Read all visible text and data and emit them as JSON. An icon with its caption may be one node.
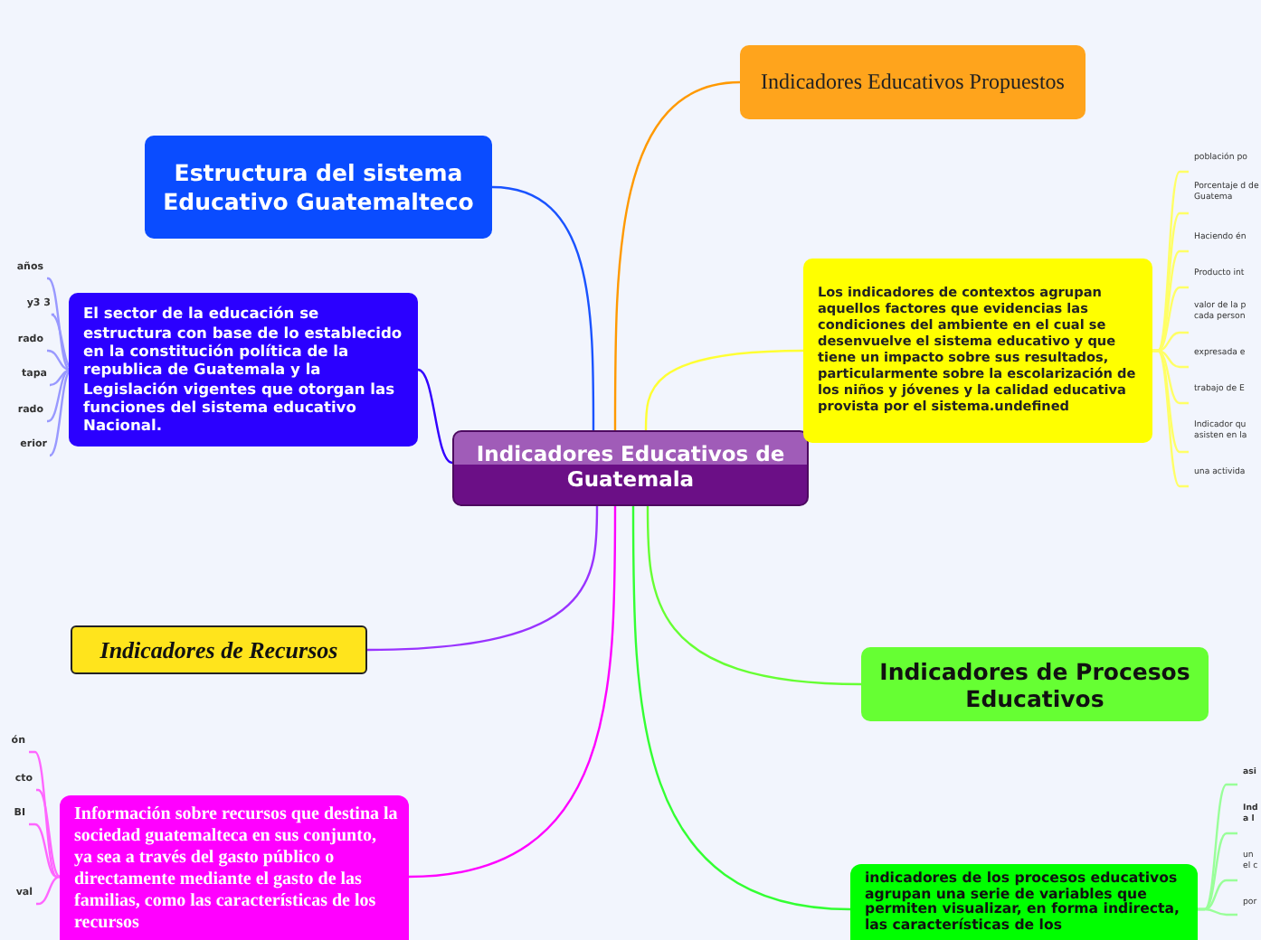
{
  "diagram": {
    "nodes": [
      {
        "text": [
          "Indicadores Educativos de Guatemala"
        ]
      },
      {
        "text": [
          "Indicadores Educativos Propuestos"
        ]
      },
      {
        "text": [
          "Estructura del sistema Educativo Guatemalteco"
        ]
      },
      {
        "text": [
          "El sector de la educación se estructura con base de lo establecido en la constitución política de la republica de Guatemala y la Legislación vigentes que otorgan las funciones del sistema educativo Nacional."
        ]
      },
      {
        "text": [
          "Los indicadores de contextos agrupan aquellos factores que evidencias las condiciones del ambiente en el cual se desenvuelve el sistema educativo y que tiene un impacto sobre sus resultados, particularmente sobre la escolarización de los niños y jóvenes y la calidad educativa provista por el sistema.undefined"
        ]
      },
      {
        "text": [
          "Indicadores de Recursos"
        ]
      },
      {
        "text": [
          "Indicadores de Procesos Educativos"
        ]
      },
      {
        "text": [
          "Información sobre recursos que destina la sociedad guatemalteca en sus conjunto, ya sea a través del gasto público o directamente mediante el gasto de las familias, como las características de los recursos"
        ]
      },
      {
        "text": [
          "indicadores de los procesos educativos agrupan una serie de variables que permiten visualizar, en forma indirecta, las características de los"
        ]
      },
      {
        "text": [
          "años"
        ]
      },
      {
        "text": [
          "y3 3"
        ]
      },
      {
        "text": [
          "rado"
        ]
      },
      {
        "text": [
          "tapa"
        ]
      },
      {
        "text": [
          "rado"
        ]
      },
      {
        "text": [
          "erior"
        ]
      },
      {
        "text": [
          "población po"
        ]
      },
      {
        "text": [
          "Porcentaje d de Guatema"
        ]
      },
      {
        "text": [
          "Haciendo én"
        ]
      },
      {
        "text": [
          "Producto int"
        ]
      },
      {
        "text": [
          "valor de la p cada person"
        ]
      },
      {
        "text": [
          "expresada e"
        ]
      },
      {
        "text": [
          "trabajo de E"
        ]
      },
      {
        "text": [
          "Indicador qu asisten en la"
        ]
      },
      {
        "text": [
          "una activida"
        ]
      },
      {
        "text": [
          "ón"
        ]
      },
      {
        "text": [
          "cto"
        ]
      },
      {
        "text": [
          "BI"
        ]
      },
      {
        "text": [
          "val"
        ]
      },
      {
        "text": [
          "asi"
        ]
      },
      {
        "text": [
          "Ind a l"
        ]
      },
      {
        "text": [
          "un el c"
        ]
      },
      {
        "text": [
          "por"
        ]
      }
    ],
    "edges": [
      {
        "from": 0,
        "to": 1,
        "arrow": "none",
        "color": "#ff9900"
      },
      {
        "from": 0,
        "to": 2,
        "arrow": "none",
        "color": "#1a53ff"
      },
      {
        "from": 0,
        "to": 3,
        "arrow": "none",
        "color": "#3300ff"
      },
      {
        "from": 0,
        "to": 4,
        "arrow": "none",
        "color": "#ffff33"
      },
      {
        "from": 0,
        "to": 5,
        "arrow": "none",
        "color": "#9933ff"
      },
      {
        "from": 0,
        "to": 6,
        "arrow": "none",
        "color": "#66ff33"
      },
      {
        "from": 0,
        "to": 7,
        "arrow": "none",
        "color": "#ff00ff"
      },
      {
        "from": 0,
        "to": 8,
        "arrow": "none",
        "color": "#33ff33"
      },
      {
        "from": 3,
        "to": 9,
        "arrow": "none",
        "color": "#9999ff"
      },
      {
        "from": 3,
        "to": 10,
        "arrow": "none",
        "color": "#9999ff"
      },
      {
        "from": 3,
        "to": 11,
        "arrow": "none",
        "color": "#9999ff"
      },
      {
        "from": 3,
        "to": 12,
        "arrow": "none",
        "color": "#9999ff"
      },
      {
        "from": 3,
        "to": 13,
        "arrow": "none",
        "color": "#9999ff"
      },
      {
        "from": 3,
        "to": 14,
        "arrow": "none",
        "color": "#9999ff"
      },
      {
        "from": 4,
        "to": 15,
        "arrow": "none",
        "color": "#ffff66"
      },
      {
        "from": 4,
        "to": 16,
        "arrow": "none",
        "color": "#ffff66"
      },
      {
        "from": 4,
        "to": 17,
        "arrow": "none",
        "color": "#ffff66"
      },
      {
        "from": 4,
        "to": 18,
        "arrow": "none",
        "color": "#ffff66"
      },
      {
        "from": 4,
        "to": 19,
        "arrow": "none",
        "color": "#ffff66"
      },
      {
        "from": 4,
        "to": 20,
        "arrow": "none",
        "color": "#ffff66"
      },
      {
        "from": 4,
        "to": 21,
        "arrow": "none",
        "color": "#ffff66"
      },
      {
        "from": 4,
        "to": 22,
        "arrow": "none",
        "color": "#ffff66"
      },
      {
        "from": 4,
        "to": 23,
        "arrow": "none",
        "color": "#ffff66"
      },
      {
        "from": 7,
        "to": 24,
        "arrow": "none",
        "color": "#ff66ff"
      },
      {
        "from": 7,
        "to": 25,
        "arrow": "none",
        "color": "#ff66ff"
      },
      {
        "from": 7,
        "to": 26,
        "arrow": "none",
        "color": "#ff66ff"
      },
      {
        "from": 7,
        "to": 27,
        "arrow": "none",
        "color": "#ff66ff"
      },
      {
        "from": 8,
        "to": 28,
        "arrow": "none",
        "color": "#99ff99"
      },
      {
        "from": 8,
        "to": 29,
        "arrow": "none",
        "color": "#99ff99"
      },
      {
        "from": 8,
        "to": 30,
        "arrow": "none",
        "color": "#99ff99"
      },
      {
        "from": 8,
        "to": 31,
        "arrow": "none",
        "color": "#99ff99"
      }
    ]
  }
}
